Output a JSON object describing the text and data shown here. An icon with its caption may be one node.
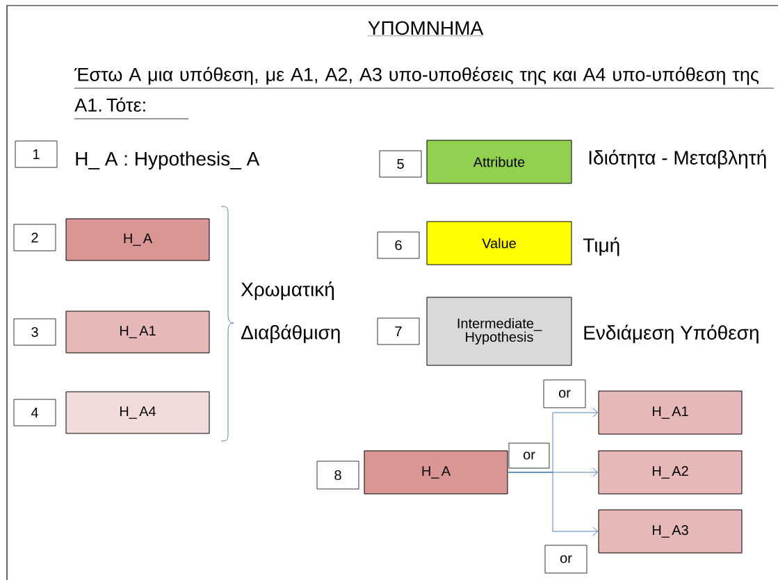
{
  "diagram": {
    "title": "ΥΠΟΜΝΗΜΑ",
    "nodes": [
      {
        "text": [
          "1"
        ],
        "beside": [
          "H_ A : Hypothesis_ A"
        ]
      },
      {
        "text": [
          "2"
        ]
      },
      {
        "text": [
          "H_ A"
        ]
      },
      {
        "text": [
          "3"
        ]
      },
      {
        "text": [
          "H_ A1"
        ]
      },
      {
        "text": [
          "4"
        ]
      },
      {
        "text": [
          "H_ A4"
        ]
      },
      {
        "text": [
          "5"
        ]
      },
      {
        "text": [
          "Attribute"
        ],
        "beside": [
          "Ιδιότητα - Μεταβλητή"
        ]
      },
      {
        "text": [
          "6"
        ]
      },
      {
        "text": [
          "Value"
        ],
        "beside": [
          "Τιμή"
        ]
      },
      {
        "text": [
          "7"
        ]
      },
      {
        "text": [
          "Intermediate_ Hypothesis"
        ],
        "beside": [
          "Ενδιάμεση Υπόθεση"
        ]
      },
      {
        "text": [
          "8"
        ]
      },
      {
        "text": [
          "H_ A"
        ]
      },
      {
        "text": [
          "H_ A1"
        ]
      },
      {
        "text": [
          "H_ A2"
        ]
      },
      {
        "text": [
          "H_ A3"
        ]
      },
      {
        "text": [
          "or"
        ]
      },
      {
        "text": [
          "or"
        ]
      },
      {
        "text": [
          "or"
        ]
      }
    ],
    "edges": [
      {
        "from": 14,
        "to": 15,
        "arrow": "to"
      },
      {
        "from": 14,
        "to": 16,
        "arrow": "to"
      },
      {
        "from": 14,
        "to": 17,
        "arrow": "to"
      }
    ],
    "labels": [
      "Έστω Α μια υπόθεση, με Α1, Α2, Α3 υπο-υποθέσεις της και Α4 υπο-υπόθεση της Α1. Τότε:",
      "Χρωματική Διαβάθμιση"
    ]
  }
}
